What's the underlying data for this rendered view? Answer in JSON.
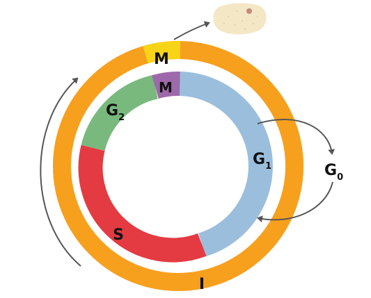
{
  "labels": {
    "mitosis_outer": "M",
    "mitosis_inner": "M",
    "g2": "G",
    "g2_sub": "2",
    "g1": "G",
    "g1_sub": "1",
    "g0": "G",
    "g0_sub": "0",
    "synthesis": "S",
    "interphase": "I"
  },
  "colors": {
    "interphase": "#F7A01E",
    "mitosis_outer": "#F7D417",
    "g1": "#9BBEDD",
    "g2": "#79B97E",
    "synthesis": "#E33B41",
    "mitosis_inner": "#9E69AA",
    "arrow": "#555555",
    "cell_body": "#F3E7C6",
    "cell_nucleus": "#C9877A"
  },
  "icons": {
    "daughter_cell": "cell-icon"
  }
}
